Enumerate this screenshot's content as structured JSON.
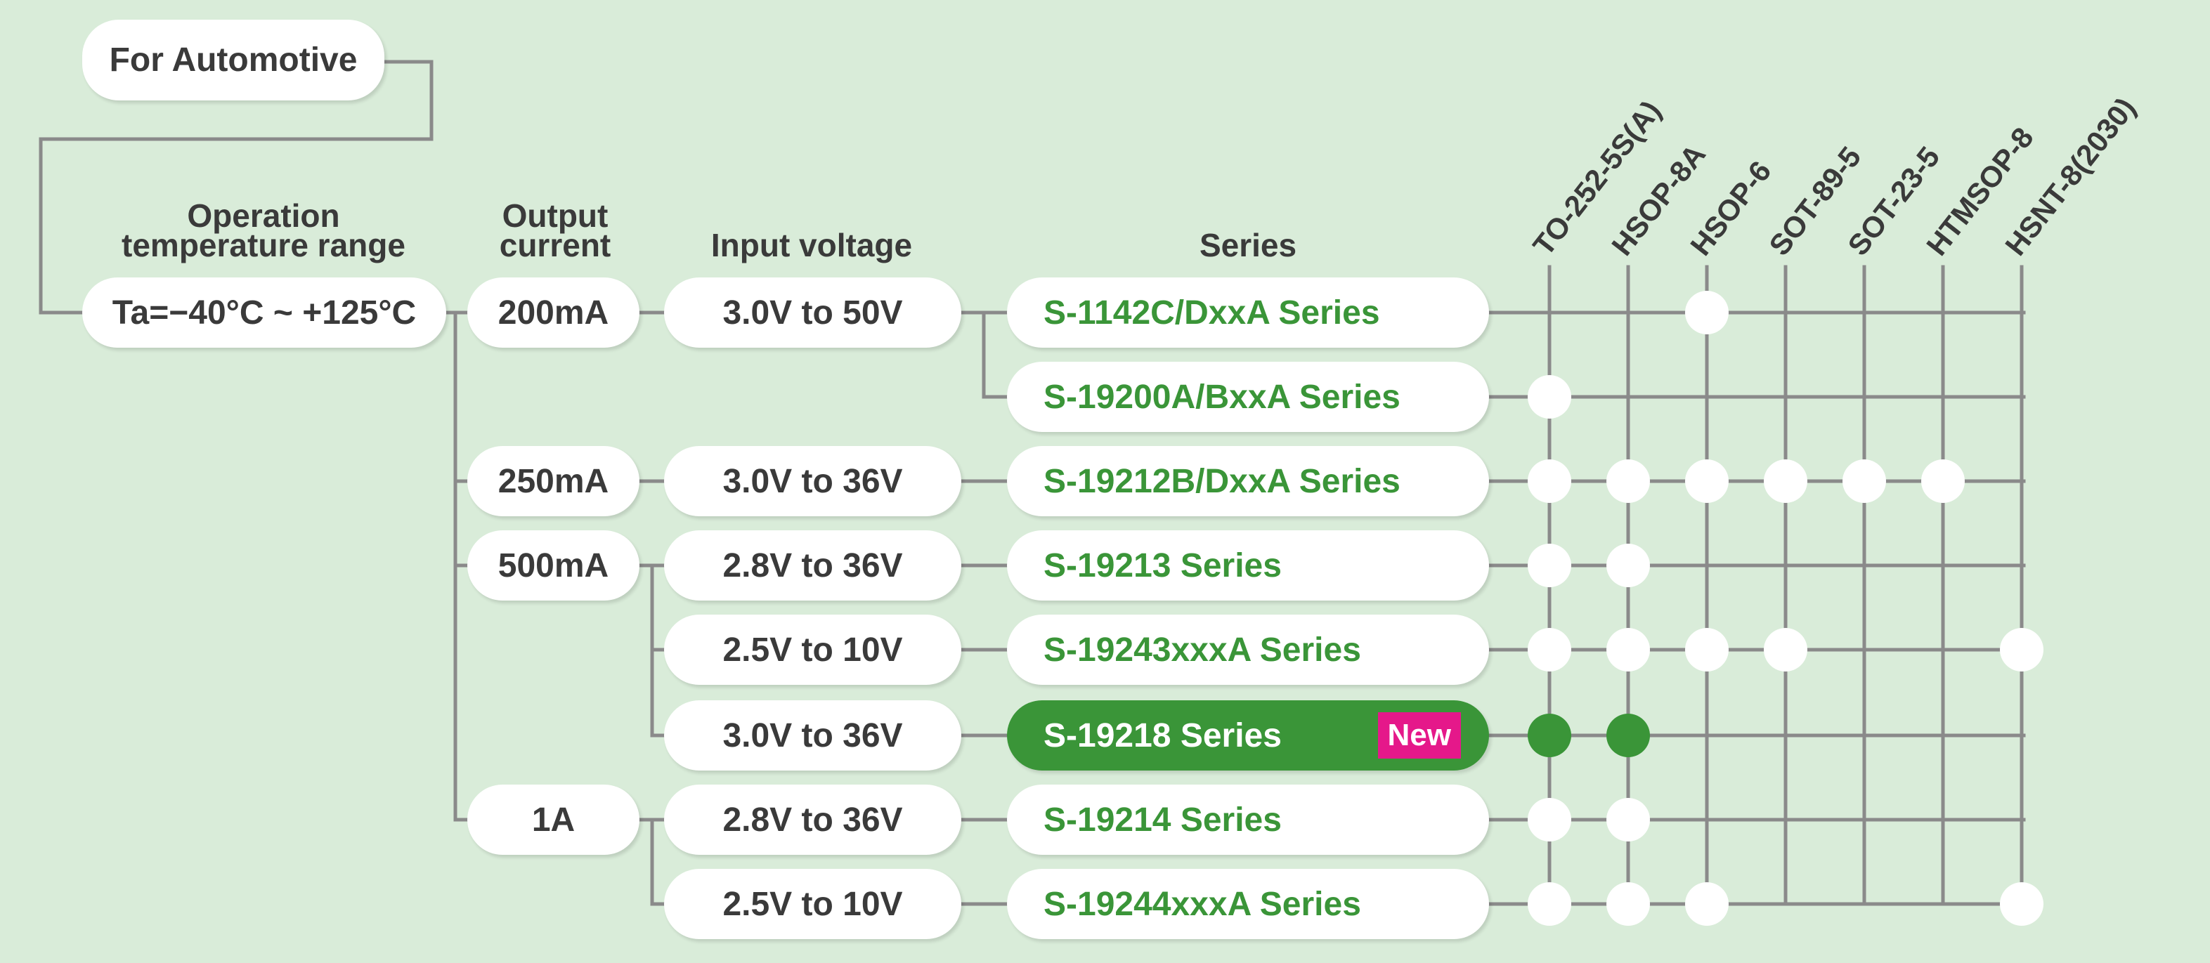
{
  "for_automotive": "For Automotive",
  "headers": {
    "temperature": [
      "Operation",
      "temperature range"
    ],
    "current": [
      "Output",
      "current"
    ],
    "voltage": "Input voltage",
    "series": "Series"
  },
  "temperature_range": "Ta=−40°C ~ +125°C",
  "packages": [
    "TO-252-5S(A)",
    "HSOP-8A",
    "HSOP-6",
    "SOT-89-5",
    "SOT-23-5",
    "HTMSOP-8",
    "HSNT-8(2030)"
  ],
  "currents": [
    "200mA",
    "250mA",
    "500mA",
    "1A"
  ],
  "rows": [
    {
      "voltage": "3.0V to 50V",
      "series": "S-1142C/DxxA Series",
      "packages": [
        0,
        0,
        1,
        0,
        0,
        0,
        0
      ]
    },
    {
      "voltage": "",
      "series": "S-19200A/BxxA Series",
      "packages": [
        1,
        0,
        0,
        0,
        0,
        0,
        0
      ]
    },
    {
      "voltage": "3.0V to 36V",
      "series": "S-19212B/DxxA Series",
      "packages": [
        1,
        1,
        1,
        1,
        1,
        1,
        0
      ]
    },
    {
      "voltage": "2.8V to 36V",
      "series": "S-19213 Series",
      "packages": [
        1,
        1,
        0,
        0,
        0,
        0,
        0
      ]
    },
    {
      "voltage": "2.5V to 10V",
      "series": "S-19243xxxA Series",
      "packages": [
        1,
        1,
        1,
        1,
        0,
        0,
        1
      ]
    },
    {
      "voltage": "3.0V to 36V",
      "series": "S-19218 Series",
      "badge": "New",
      "highlight": true,
      "packages": [
        1,
        1,
        0,
        0,
        0,
        0,
        0
      ]
    },
    {
      "voltage": "2.8V to 36V",
      "series": "S-19214 Series",
      "packages": [
        1,
        1,
        0,
        0,
        0,
        0,
        0
      ]
    },
    {
      "voltage": "2.5V to 10V",
      "series": "S-19244xxxA Series",
      "packages": [
        1,
        1,
        1,
        0,
        0,
        0,
        1
      ]
    }
  ],
  "colors": {
    "background": "#d9ecd9",
    "line": "#8a8a8a",
    "accent_green": "#3a9538",
    "new_badge": "#e5188a",
    "pill": "#ffffff"
  }
}
